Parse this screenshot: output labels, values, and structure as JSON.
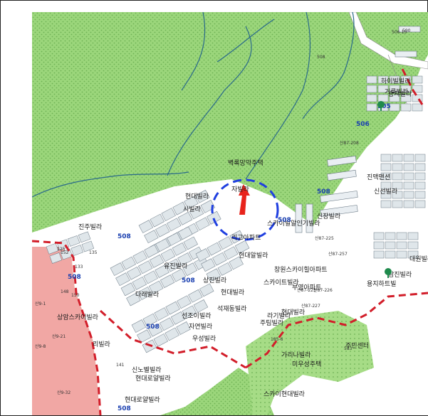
{
  "colors": {
    "greenbelt": "#9bd67b",
    "green_dot": "#6fb255",
    "residential_block": "#ffffff",
    "parcel_fill": "#dfe6ea",
    "parcel_stroke": "#6b7a86",
    "red_zone": "#f1a7a4",
    "boundary": "#d21e2a",
    "circle": "#1f3fe0",
    "arrow": "#e8231b",
    "contour": "#2a6a8a",
    "label_blue": "#1a3fb0"
  },
  "labels": {
    "site_label": "벽록망막주택",
    "labels_main": [
      "하이빌빌라",
      "거룩빌라",
      "자빌라",
      "신장빌라",
      "스카이빌알인기빌라",
      "현대빌라",
      "시빌라",
      "현대알빌라",
      "창원스카이힐아파트",
      "스카이트빌라",
      "상진빌라",
      "현대빌라",
      "승지빌라",
      "주팀빌라",
      "라기빌라",
      "현대로얄빌라",
      "신노벨빌라",
      "현대로얄빌라",
      "유진빌라",
      "부영아파트",
      "현대빌라",
      "상암스카이빌라",
      "진주빌라",
      "리빌라",
      "석재동빌라",
      "우성빌라",
      "가리나빌라",
      "진맥맨션",
      "리고아파트",
      "신선빌라",
      "선조이빌라",
      "스카이현대빌라",
      "미우성주택",
      "용지하트빌",
      "남진빌라",
      "다래빌라",
      "자연빌라",
      "주민센터",
      "대원빌라"
    ],
    "numbers_blue": [
      "508",
      "508",
      "508",
      "508",
      "505",
      "506",
      "508",
      "508",
      "508"
    ],
    "parcel_numbers": [
      "산87-208",
      "산87-257",
      "산87-225",
      "산87-223",
      "산87-226",
      "산87-227",
      "산9-1",
      "산9-8",
      "산9-21",
      "산9-32",
      "185-6",
      "583",
      "508",
      "590",
      "506-15",
      "152",
      "150",
      "148",
      "133",
      "141",
      "125",
      "135"
    ]
  }
}
